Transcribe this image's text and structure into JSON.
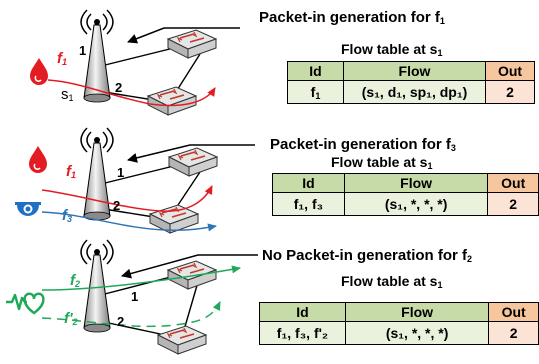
{
  "colors": {
    "flow_f1": "#e31b23",
    "flow_f3": "#2e75b6",
    "flow_f2": "#1fa85a",
    "header_green": "#c6dba8",
    "header_orange": "#f6c69e",
    "cell_green": "#eaf1dd",
    "cell_orange": "#fbe4d5"
  },
  "icons": [
    "antenna-tower-icon",
    "switch-icon",
    "blood-drop-icon",
    "security-camera-icon",
    "heartbeat-icon"
  ],
  "panels": [
    {
      "caption": {
        "text": "Packet-in generation for f",
        "sub": "1"
      },
      "table_title": {
        "text": "Flow table at s",
        "sub": "1"
      },
      "headers": {
        "id": "Id",
        "flow": "Flow",
        "out": "Out"
      },
      "row": {
        "id": "f",
        "id_sub": "1",
        "flow": "(s₁, d₁, sp₁, dp₁)",
        "out": "2"
      },
      "flow_labels": [
        {
          "text": "f",
          "sub": "1"
        }
      ],
      "switch_label": {
        "text": "s",
        "sub": "1"
      },
      "ports": [
        "1",
        "2"
      ]
    },
    {
      "caption": {
        "text": "Packet-in generation for f",
        "sub": "3"
      },
      "table_title": {
        "text": "Flow table at s",
        "sub": "1"
      },
      "headers": {
        "id": "Id",
        "flow": "Flow",
        "out": "Out"
      },
      "row": {
        "id": "f₁, f₃",
        "flow": "(s₁, *, *, *)",
        "out": "2"
      },
      "flow_labels": [
        {
          "text": "f",
          "sub": "1"
        },
        {
          "text": "f",
          "sub": "3"
        }
      ],
      "ports": [
        "1",
        "2"
      ]
    },
    {
      "caption": {
        "text": "No Packet-in generation for f",
        "sub": "2"
      },
      "table_title": {
        "text": "Flow table at s",
        "sub": "1"
      },
      "headers": {
        "id": "Id",
        "flow": "Flow",
        "out": "Out"
      },
      "row": {
        "id": "f₁, f₃, f'₂",
        "flow": "(s₁, *, *, *)",
        "out": "2"
      },
      "flow_labels": [
        {
          "text": "f",
          "sub": "2"
        },
        {
          "text": "f'",
          "sub": "2"
        }
      ],
      "ports": [
        "1",
        "2"
      ]
    }
  ]
}
